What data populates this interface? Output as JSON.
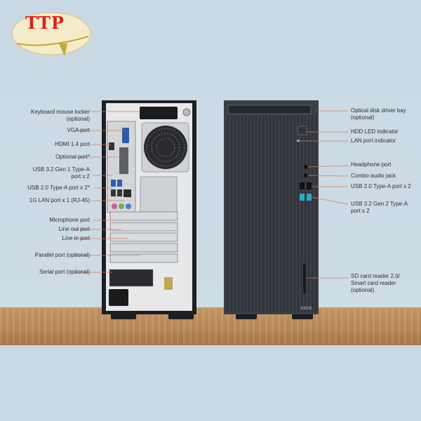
{
  "logo": {
    "text": "TTP"
  },
  "left_labels": [
    {
      "line1": "Keyboard mouse locker",
      "line2": "(optional)"
    },
    {
      "line1": "VGA port",
      "line2": ""
    },
    {
      "line1": "HDMI 1.4 port",
      "line2": ""
    },
    {
      "line1": "Optional port*",
      "line2": ""
    },
    {
      "line1": "USB 3.2 Gen 1 Type-A",
      "line2": "port x 2"
    },
    {
      "line1": "USB 2.0 Type-A port x 2*",
      "line2": ""
    },
    {
      "line1": "1G LAN port x 1 (RJ-45)",
      "line2": ""
    },
    {
      "line1": "Microphone port",
      "line2": ""
    },
    {
      "line1": "Line out port",
      "line2": ""
    },
    {
      "line1": "Line in port",
      "line2": ""
    },
    {
      "line1": "Parallel port (optional)",
      "line2": ""
    },
    {
      "line1": "Serial port (optional)",
      "line2": ""
    }
  ],
  "right_labels": [
    {
      "line1": "Optical disk driver bay",
      "line2": "(optional)"
    },
    {
      "line1": "HDD LED indicator",
      "line2": ""
    },
    {
      "line1": "LAN port indicator",
      "line2": ""
    },
    {
      "line1": "Headphone port",
      "line2": ""
    },
    {
      "line1": "Combo audio jack",
      "line2": ""
    },
    {
      "line1": "USB 2.0 Type-A port x 2",
      "line2": ""
    },
    {
      "line1": "USB 3.2 Gen 2 Type-A",
      "line2": "port x 2"
    },
    {
      "line1": "SD card reader 2.0/",
      "line2": "Smart card reader",
      "line3": "(optional)"
    }
  ],
  "brand_mark": "ASUS",
  "colors": {
    "leader": "#e07a5f",
    "logo_red": "#e0201b",
    "chassis": "#2b2d31",
    "front_panel": "#3a3e45"
  }
}
